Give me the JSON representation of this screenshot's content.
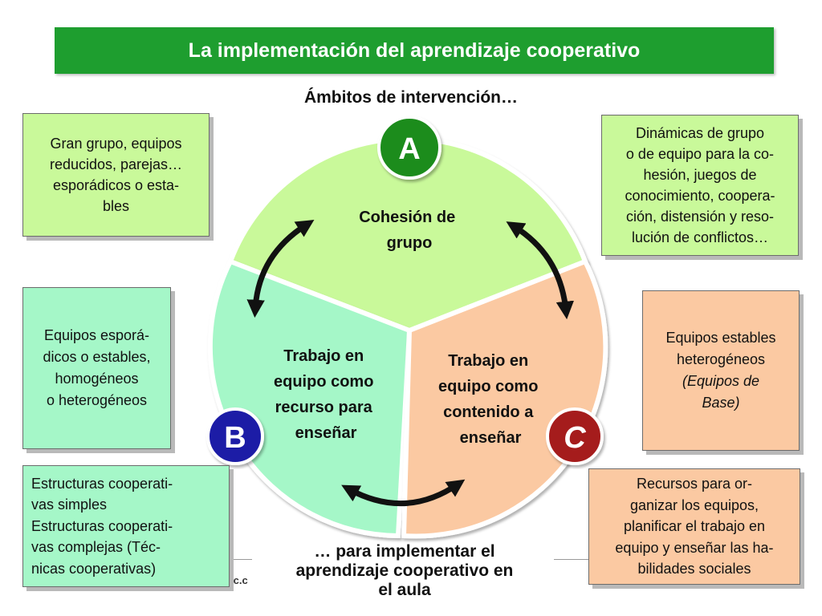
{
  "title": "La implementación del aprendizaje cooperativo",
  "subtitle": "Ámbitos de intervención…",
  "bottom_caption": [
    "… para implementar el",
    "aprendizaje cooperativo en",
    "el aula"
  ],
  "footer_fragment": "ic.c",
  "segments": {
    "a": {
      "badge": "A",
      "label": [
        "Cohesión de",
        "grupo"
      ],
      "color": "#c9f99a"
    },
    "b": {
      "badge": "B",
      "label": [
        "Trabajo en",
        "equipo como",
        "recurso para",
        "enseñar"
      ],
      "color": "#a5f7c8"
    },
    "c": {
      "badge": "C",
      "label": [
        "Trabajo en",
        "equipo como",
        "contenido a",
        "enseñar"
      ],
      "color": "#fbc9a2"
    }
  },
  "badge_colors": {
    "a": "#1e8c1e",
    "b": "#1a1aa6",
    "c": "#a51a1a"
  },
  "boxes": {
    "top_left": [
      "Gran grupo, equipos",
      "reducidos, parejas…",
      "esporádicos o esta-",
      "bles"
    ],
    "top_right": [
      "Dinámicas de grupo",
      "o de equipo para la co-",
      "hesión, juegos de",
      "conocimiento, coopera-",
      "ción, distensión y reso-",
      "lución de conflictos…"
    ],
    "mid_left": [
      "Equipos esporá-",
      "dicos o estables,",
      "homogéneos",
      "o heterogéneos"
    ],
    "mid_right": [
      "Equipos estables",
      "heterogéneos"
    ],
    "mid_right_italic": [
      "(Equipos de",
      "Base)"
    ],
    "bottom_left": [
      "Estructuras cooperati-",
      "vas simples",
      "Estructuras cooperati-",
      "vas complejas (Téc-",
      "nicas cooperativas)"
    ],
    "bottom_right": [
      "Recursos para or-",
      "ganizar los equipos,",
      "planificar el trabajo en",
      "equipo y enseñar las ha-",
      "bilidades sociales"
    ]
  }
}
